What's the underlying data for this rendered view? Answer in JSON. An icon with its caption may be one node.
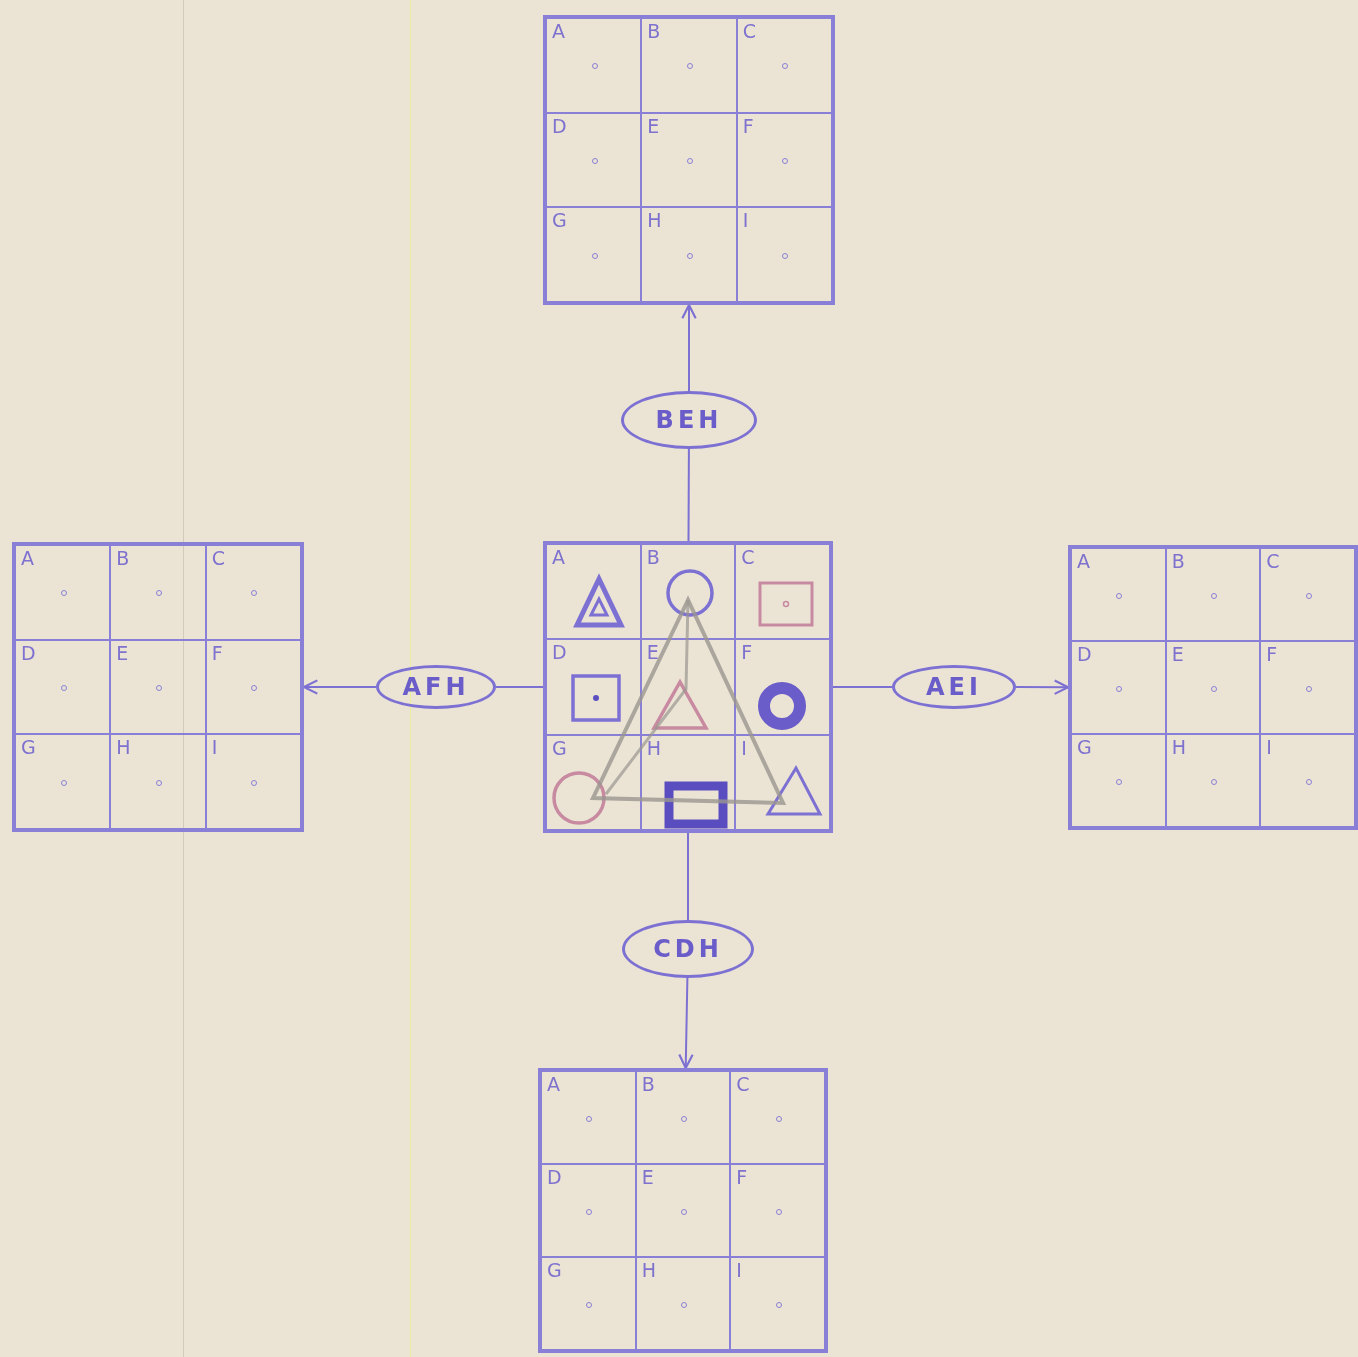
{
  "diagram": {
    "nodes": [
      {
        "text": [],
        "shape": "box"
      },
      {
        "text": [
          "A"
        ],
        "in": 0
      },
      {
        "text": [
          "B"
        ],
        "in": 0
      },
      {
        "text": [
          "C"
        ],
        "in": 0
      },
      {
        "text": [
          "D"
        ],
        "in": 0
      },
      {
        "text": [
          "E"
        ],
        "in": 0
      },
      {
        "text": [
          "F"
        ],
        "in": 0
      },
      {
        "text": [
          "G"
        ],
        "in": 0
      },
      {
        "text": [
          "H"
        ],
        "in": 0
      },
      {
        "text": [
          "I"
        ],
        "in": 0
      },
      {
        "text": [
          "BEH"
        ]
      },
      {
        "text": [],
        "shape": "box"
      },
      {
        "text": [
          "A"
        ],
        "in": 11
      },
      {
        "text": [
          "B"
        ],
        "in": 11
      },
      {
        "text": [
          "C"
        ],
        "in": 11
      },
      {
        "text": [
          "D"
        ],
        "in": 11
      },
      {
        "text": [
          "E"
        ],
        "in": 11
      },
      {
        "text": [
          "F"
        ],
        "in": 11
      },
      {
        "text": [
          "G"
        ],
        "in": 11
      },
      {
        "text": [
          "H"
        ],
        "in": 11
      },
      {
        "text": [
          "I"
        ],
        "in": 11
      },
      {
        "text": [
          "AFH"
        ]
      },
      {
        "text": [],
        "shape": "box"
      },
      {
        "text": [
          "A"
        ],
        "in": 22
      },
      {
        "text": [
          "B"
        ],
        "in": 22
      },
      {
        "text": [
          "C"
        ],
        "in": 22
      },
      {
        "text": [
          "D"
        ],
        "in": 22
      },
      {
        "text": [
          "E"
        ],
        "in": 22
      },
      {
        "text": [
          "F"
        ],
        "in": 22
      },
      {
        "text": [
          "G"
        ],
        "in": 22
      },
      {
        "text": [
          "H"
        ],
        "in": 22
      },
      {
        "text": [
          "I"
        ],
        "in": 22
      },
      {
        "text": [
          "AEI"
        ]
      },
      {
        "text": [],
        "shape": "box"
      },
      {
        "text": [
          "A"
        ],
        "in": 33
      },
      {
        "text": [
          "B"
        ],
        "in": 33
      },
      {
        "text": [
          "C"
        ],
        "in": 33
      },
      {
        "text": [
          "D"
        ],
        "in": 33
      },
      {
        "text": [
          "E"
        ],
        "in": 33
      },
      {
        "text": [
          "F"
        ],
        "in": 33
      },
      {
        "text": [
          "G"
        ],
        "in": 33
      },
      {
        "text": [
          "H"
        ],
        "in": 33
      },
      {
        "text": [
          "I"
        ],
        "in": 33
      },
      {
        "text": [
          "CDH"
        ]
      },
      {
        "text": [],
        "shape": "box"
      },
      {
        "text": [
          "A"
        ],
        "in": 44
      },
      {
        "text": [
          "B"
        ],
        "in": 44
      },
      {
        "text": [
          "C"
        ],
        "in": 44
      },
      {
        "text": [
          "D"
        ],
        "in": 44
      },
      {
        "text": [
          "E"
        ],
        "in": 44
      },
      {
        "text": [
          "F"
        ],
        "in": 44
      },
      {
        "text": [
          "G"
        ],
        "in": 44
      },
      {
        "text": [
          "H"
        ],
        "in": 44
      },
      {
        "text": [
          "I"
        ],
        "in": 44
      }
    ],
    "edges": [
      {
        "from": 22,
        "to": 10,
        "arrow": "none"
      },
      {
        "from": 10,
        "to": 0,
        "arrow": "to"
      },
      {
        "from": 22,
        "to": 21,
        "arrow": "none"
      },
      {
        "from": 21,
        "to": 11,
        "arrow": "to"
      },
      {
        "from": 22,
        "to": 32,
        "arrow": "none"
      },
      {
        "from": 32,
        "to": 33,
        "arrow": "to"
      },
      {
        "from": 22,
        "to": 43,
        "arrow": "none"
      },
      {
        "from": 43,
        "to": 44,
        "arrow": "to"
      }
    ]
  }
}
